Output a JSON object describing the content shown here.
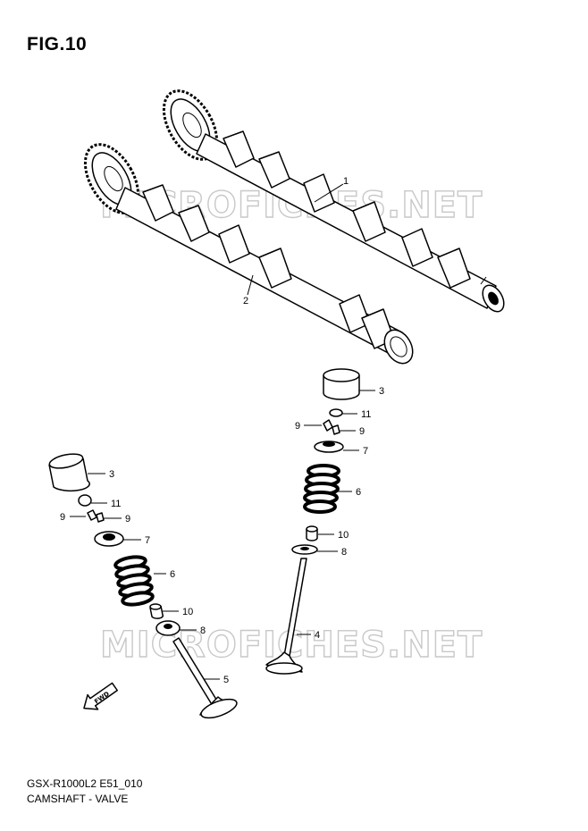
{
  "figure": {
    "title": "FIG.10"
  },
  "footer": {
    "model_code": "GSX-R1000L2 E51_010",
    "section_title": "CAMSHAFT - VALVE"
  },
  "watermarks": [
    "MICROFICHES.NET",
    "MICROFICHES.NET"
  ],
  "fwd_label": "FWD",
  "callouts": {
    "c1": "1",
    "c2": "2",
    "r3": "3",
    "r11": "11",
    "r9a": "9",
    "r9b": "9",
    "r7": "7",
    "r6": "6",
    "r10": "10",
    "r8": "8",
    "r4": "4",
    "l3": "3",
    "l11": "11",
    "l9a": "9",
    "l9b": "9",
    "l7": "7",
    "l6": "6",
    "l10": "10",
    "l8": "8",
    "l5": "5"
  }
}
